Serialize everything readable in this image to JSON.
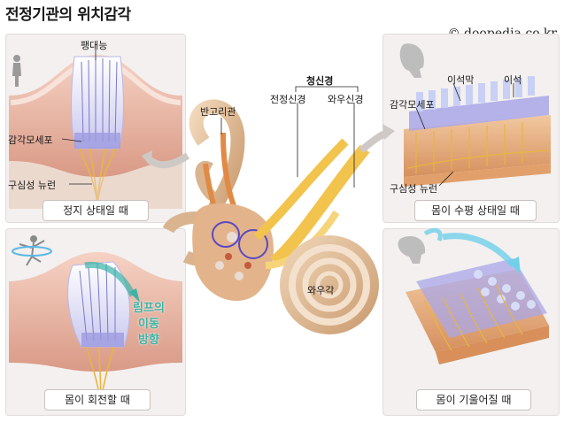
{
  "title": "전정기관의 위치감각",
  "credit": "© doopedia.co.kr",
  "panels": {
    "top_left": {
      "caption": "정지 상태일 때",
      "label_cupula": "팽대능",
      "label_hair": "감각모세포",
      "label_neuron": "구심성 뉴런"
    },
    "bottom_left": {
      "caption": "몸이 회전할 때",
      "flow_text_1": "림프의",
      "flow_text_2": "이동",
      "flow_text_3": "방향"
    },
    "top_right": {
      "caption": "몸이 수평 상태일 때",
      "label_otolith_membrane": "이석막",
      "label_otolith": "이석",
      "label_hair": "감각모세포",
      "label_neuron": "구심성 뉴런"
    },
    "bottom_right": {
      "caption": "몸이 기울어질 때"
    }
  },
  "center": {
    "label_canals": "반고리관",
    "label_auditory_nerve": "청신경",
    "label_vestibular_nerve": "전정신경",
    "label_cochlear_nerve": "와우신경",
    "label_cochlea": "와우각"
  },
  "colors": {
    "panel_bg": "#f3f0ef",
    "tissue": "#e8b7a6",
    "hair_cells": "#8f8fd6",
    "nerve": "#e6b640",
    "bone": "#d9b48f",
    "flow_arrow": "#3bb3a6"
  }
}
